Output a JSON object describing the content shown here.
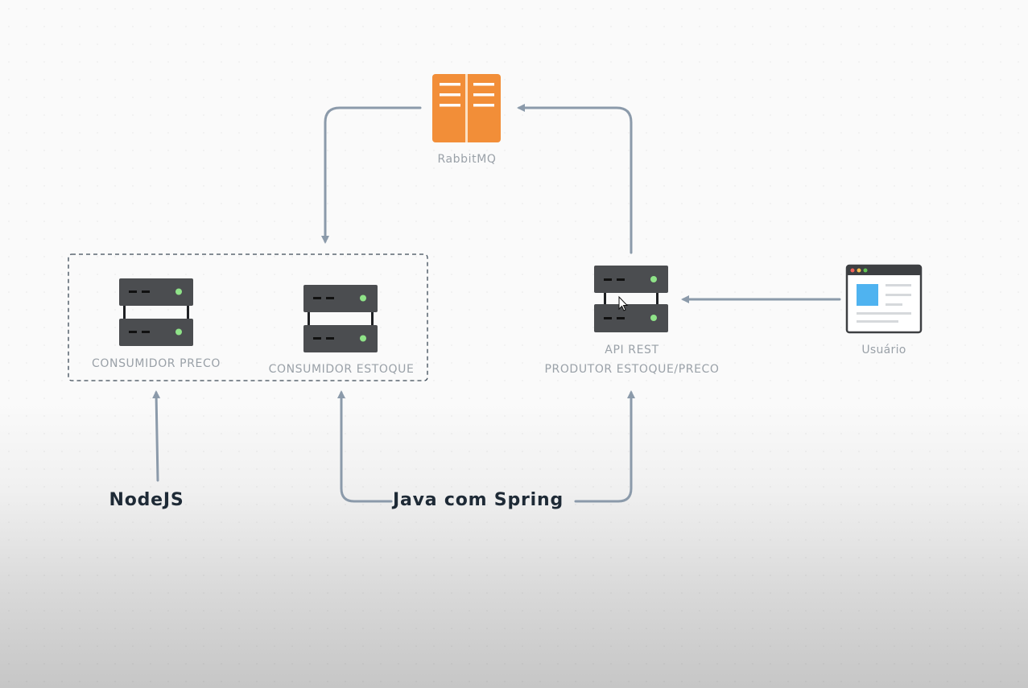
{
  "diagram": {
    "nodes": {
      "rabbitmq": {
        "label": "RabbitMQ",
        "icon": "message-queue-icon"
      },
      "consumidor_preco": {
        "label": "CONSUMIDOR PRECO",
        "icon": "server-icon"
      },
      "consumidor_estoque": {
        "label": "CONSUMIDOR ESTOQUE",
        "icon": "server-icon"
      },
      "api_rest": {
        "label_line1": "API REST",
        "label_line2": "PRODUTOR ESTOQUE/PRECO",
        "icon": "server-icon"
      },
      "usuario": {
        "label": "Usuário",
        "icon": "browser-window-icon"
      }
    },
    "tech": {
      "nodejs": "NodeJS",
      "java_spring": "Java com Spring"
    },
    "colors": {
      "arrow": "#8b9aaa",
      "server_body": "#4b4d50",
      "server_led": "#8fe388",
      "queue": "#f28e38",
      "label": "#9aa1a8",
      "tech_label": "#1e2a36",
      "browser_accent": "#4fb3f0"
    }
  }
}
